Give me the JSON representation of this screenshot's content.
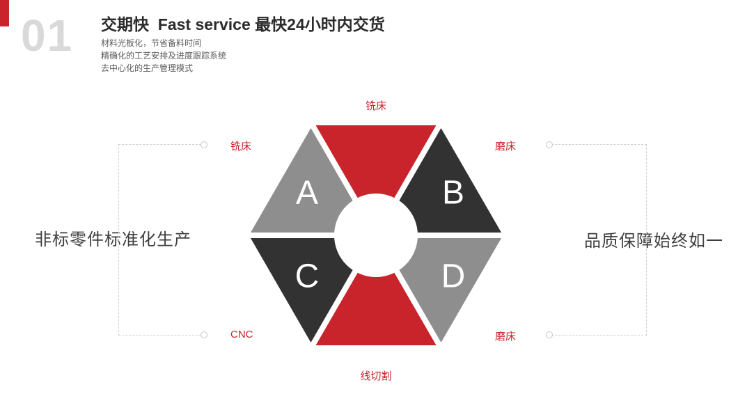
{
  "slide": {
    "index": "01",
    "title": "交期快  Fast service 最快24小时内交货",
    "bullets": [
      "材料光板化，节省备料时间",
      "精确化的工艺安排及进度跟踪系统",
      "去中心化的生产管理模式"
    ],
    "left_caption": "非标零件标准化生产",
    "right_caption": "品质保障始终如一"
  },
  "diagram": {
    "top_label": "铣床",
    "upper_left_label": "铣床",
    "upper_right_label": "磨床",
    "lower_left_label": "CNC",
    "lower_right_label": "磨床",
    "bottom_label": "线切割",
    "letter_a": "A",
    "letter_b": "B",
    "letter_c": "C",
    "letter_d": "D"
  },
  "colors": {
    "red": "#c9242c",
    "gray": "#8e8e8e",
    "dark": "#323232",
    "white": "#ffffff",
    "index_gray": "#d9d9d9",
    "dashed_line": "#cfcfcf"
  }
}
